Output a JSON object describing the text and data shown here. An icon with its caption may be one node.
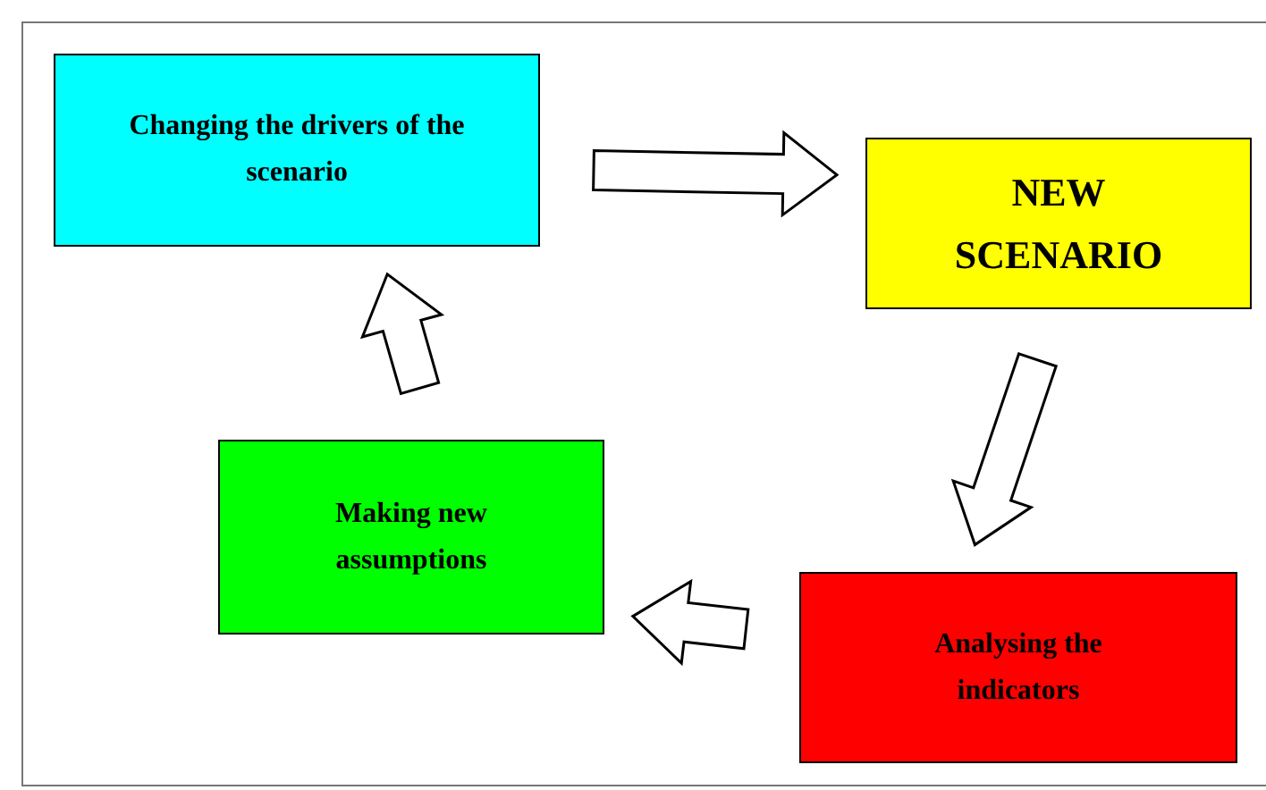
{
  "diagram": {
    "nodes": [
      {
        "text": [
          "Changing the drivers of the scenario"
        ]
      },
      {
        "text": [
          "NEW SCENARIO"
        ]
      },
      {
        "text": [
          "Analysing the indicators"
        ]
      },
      {
        "text": [
          "Making new assumptions"
        ]
      }
    ],
    "edges": [
      {
        "from": 0,
        "to": 1,
        "arrow": "to"
      },
      {
        "from": 1,
        "to": 2,
        "arrow": "to"
      },
      {
        "from": 2,
        "to": 3,
        "arrow": "to"
      },
      {
        "from": 3,
        "to": 0,
        "arrow": "to"
      }
    ]
  }
}
